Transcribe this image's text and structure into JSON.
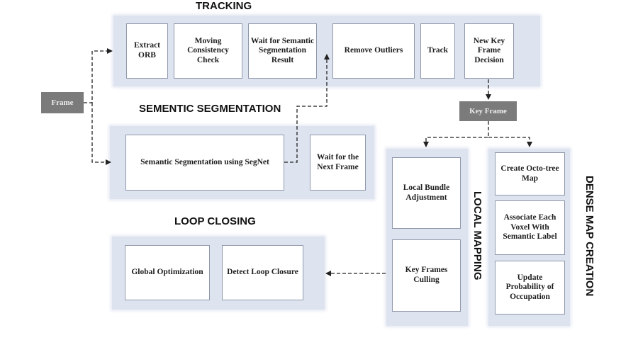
{
  "sections": {
    "tracking": "TRACKING",
    "semantic": "SEMENTIC SEGMENTATION",
    "loop": "LOOP CLOSING",
    "local": "LOCAL MAPPING",
    "dense": "DENSE MAP CREATION"
  },
  "nodes": {
    "frame": "Frame",
    "key_frame": "Key Frame",
    "extract_orb": "Extract ORB",
    "moving_check": "Moving Consistency Check",
    "wait_seg": "Wait for Semantic Segmentation Result",
    "remove_outliers": "Remove Outliers",
    "track": "Track",
    "new_kf": "New Key Frame Decision",
    "segnet": "Semantic Segmentation using SegNet",
    "wait_next": "Wait for the Next Frame",
    "global_opt": "Global Optimization",
    "detect_loop": "Detect Loop Closure",
    "local_ba": "Local Bundle Adjustment",
    "kf_culling": "Key Frames Culling",
    "octo": "Create Octo-tree Map",
    "associate": "Associate Each Voxel With Semantic Label",
    "update_prob": "Update Probability of Occupation"
  },
  "colors": {
    "panel": "#dde3ef",
    "dark_node": "#7b7b7b",
    "box_border": "#8f98ab",
    "arrow": "#222222"
  }
}
